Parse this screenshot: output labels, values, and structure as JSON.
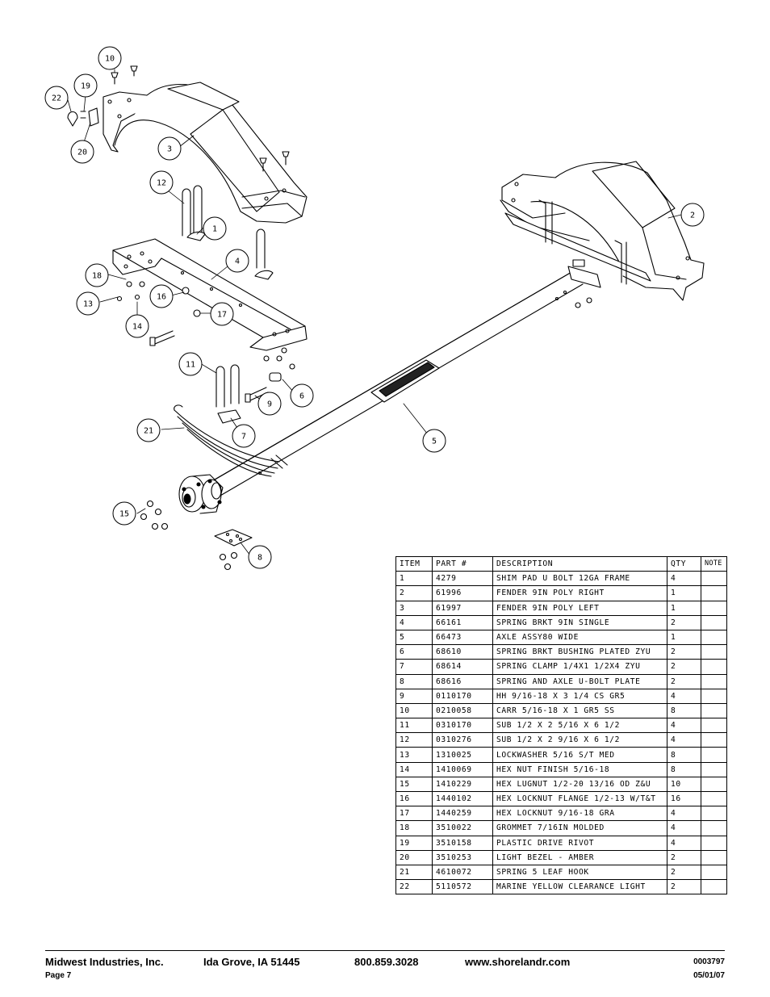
{
  "callouts": [
    {
      "id": "10",
      "label": "10"
    },
    {
      "id": "19",
      "label": "19"
    },
    {
      "id": "22",
      "label": "22"
    },
    {
      "id": "20",
      "label": "20"
    },
    {
      "id": "3",
      "label": "3"
    },
    {
      "id": "12",
      "label": "12"
    },
    {
      "id": "1",
      "label": "1"
    },
    {
      "id": "4",
      "label": "4"
    },
    {
      "id": "18",
      "label": "18"
    },
    {
      "id": "16",
      "label": "16"
    },
    {
      "id": "13",
      "label": "13"
    },
    {
      "id": "17",
      "label": "17"
    },
    {
      "id": "14",
      "label": "14"
    },
    {
      "id": "11",
      "label": "11"
    },
    {
      "id": "9",
      "label": "9"
    },
    {
      "id": "6",
      "label": "6"
    },
    {
      "id": "21",
      "label": "21"
    },
    {
      "id": "7",
      "label": "7"
    },
    {
      "id": "5",
      "label": "5"
    },
    {
      "id": "2",
      "label": "2"
    },
    {
      "id": "15",
      "label": "15"
    },
    {
      "id": "8",
      "label": "8"
    }
  ],
  "parts_table": {
    "headers": {
      "item": "ITEM",
      "part": "PART #",
      "description": "DESCRIPTION",
      "qty": "QTY",
      "note": "NOTE"
    },
    "rows": [
      {
        "item": "1",
        "part": "4279",
        "description": "SHIM PAD   U BOLT 12GA FRAME",
        "qty": "4",
        "note": ""
      },
      {
        "item": "2",
        "part": "61996",
        "description": "FENDER  9IN POLY RIGHT",
        "qty": "1",
        "note": ""
      },
      {
        "item": "3",
        "part": "61997",
        "description": "FENDER  9IN POLY LEFT",
        "qty": "1",
        "note": ""
      },
      {
        "item": "4",
        "part": "66161",
        "description": "SPRING BRKT   9IN SINGLE",
        "qty": "2",
        "note": ""
      },
      {
        "item": "5",
        "part": "66473",
        "description": "AXLE ASSY80 WIDE",
        "qty": "1",
        "note": ""
      },
      {
        "item": "6",
        "part": "68610",
        "description": "SPRING BRKT BUSHING PLATED ZYU",
        "qty": "2",
        "note": ""
      },
      {
        "item": "7",
        "part": "68614",
        "description": "SPRING CLAMP   1/4X1 1/2X4  ZYU",
        "qty": "2",
        "note": ""
      },
      {
        "item": "8",
        "part": "68616",
        "description": "SPRING AND AXLE U-BOLT PLATE",
        "qty": "2",
        "note": ""
      },
      {
        "item": "9",
        "part": "0110170",
        "description": "HH 9/16-18 X 3 1/4 CS GR5",
        "qty": "4",
        "note": ""
      },
      {
        "item": "10",
        "part": "0210058",
        "description": "CARR 5/16-18 X 1 GR5 SS",
        "qty": "8",
        "note": ""
      },
      {
        "item": "11",
        "part": "0310170",
        "description": "SUB 1/2 X 2 5/16 X 6 1/2",
        "qty": "4",
        "note": ""
      },
      {
        "item": "12",
        "part": "0310276",
        "description": "SUB 1/2 X 2 9/16 X 6 1/2",
        "qty": "4",
        "note": ""
      },
      {
        "item": "13",
        "part": "1310025",
        "description": "LOCKWASHER 5/16 S/T MED",
        "qty": "8",
        "note": ""
      },
      {
        "item": "14",
        "part": "1410069",
        "description": "HEX NUT FINISH 5/16-18",
        "qty": "8",
        "note": ""
      },
      {
        "item": "15",
        "part": "1410229",
        "description": "HEX LUGNUT 1/2-20 13/16 OD Z&U",
        "qty": "10",
        "note": ""
      },
      {
        "item": "16",
        "part": "1440102",
        "description": "HEX LOCKNUT FLANGE 1/2-13 W/T&T",
        "qty": "16",
        "note": ""
      },
      {
        "item": "17",
        "part": "1440259",
        "description": "HEX LOCKNUT 9/16-18 GRA",
        "qty": "4",
        "note": ""
      },
      {
        "item": "18",
        "part": "3510022",
        "description": "GROMMET  7/16IN MOLDED",
        "qty": "4",
        "note": ""
      },
      {
        "item": "19",
        "part": "3510158",
        "description": "PLASTIC DRIVE RIVOT",
        "qty": "4",
        "note": ""
      },
      {
        "item": "20",
        "part": "3510253",
        "description": "LIGHT BEZEL - AMBER",
        "qty": "2",
        "note": ""
      },
      {
        "item": "21",
        "part": "4610072",
        "description": "SPRING  5 LEAF HOOK",
        "qty": "2",
        "note": ""
      },
      {
        "item": "22",
        "part": "5110572",
        "description": "MARINE YELLOW CLEARANCE LIGHT",
        "qty": "2",
        "note": ""
      }
    ]
  },
  "footer": {
    "company": "Midwest Industries, Inc.",
    "location": "Ida Grove, IA  51445",
    "phone": "800.859.3028",
    "website": "www.shorelandr.com",
    "page": "Page 7",
    "doc_number": "0003797",
    "date": "05/01/07"
  }
}
